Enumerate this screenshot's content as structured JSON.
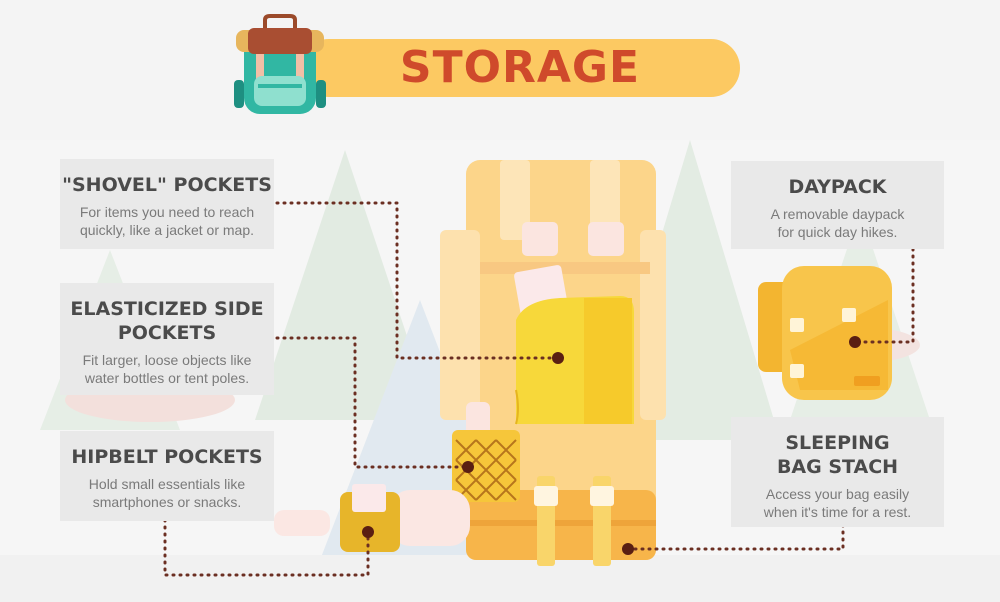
{
  "header": {
    "title": "STORAGE",
    "logo_icon": "backpack-icon"
  },
  "colors": {
    "banner": "#fcc962",
    "title": "#cf4a2b",
    "card_bg": "#e9e9e9",
    "heading": "#4b4b4b",
    "body_text": "#7a7a7a",
    "callout_dot": "#5a1f12",
    "pack_light": "#fcd58a",
    "pack_yellow": "#f7c530"
  },
  "callouts": {
    "shovel": {
      "title": "\"SHOVEL\" POCKETS",
      "desc": "For items you need to reach\nquickly, like a jacket or map."
    },
    "elastic": {
      "title": "ELASTICIZED SIDE\nPOCKETS",
      "desc": "Fit larger, loose objects like\nwater bottles or tent poles."
    },
    "hipbelt": {
      "title": "HIPBELT POCKETS",
      "desc": "Hold small essentials like\nsmartphones or snacks."
    },
    "daypack": {
      "title": "DAYPACK",
      "desc": "A removable daypack\nfor quick day hikes."
    },
    "sleeping": {
      "title": "SLEEPING\nBAG STACH",
      "desc": "Access your bag easily\nwhen it's time for a rest."
    }
  }
}
